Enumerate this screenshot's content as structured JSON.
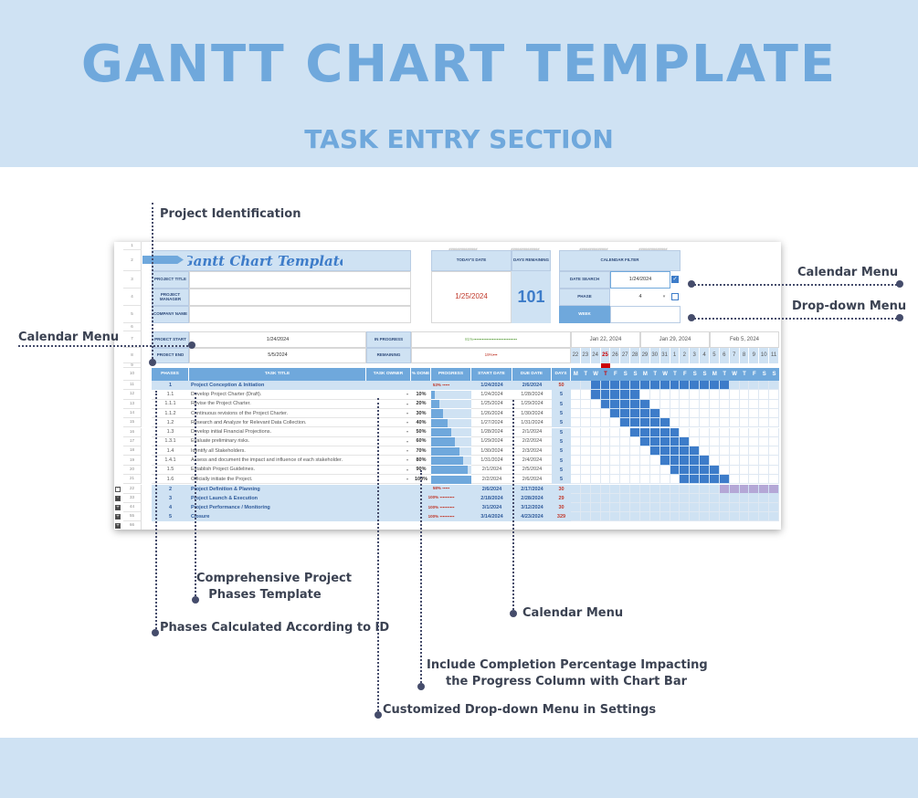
{
  "banner": {
    "title": "GANTT CHART TEMPLATE",
    "subtitle": "TASK ENTRY SECTION"
  },
  "annotations": {
    "project_identification": "Project Identification",
    "calendar_menu_left": "Calendar Menu",
    "calendar_menu_right": "Calendar Menu",
    "dropdown_menu": "Drop-down Menu",
    "phases_template_1": "Comprehensive Project",
    "phases_template_2": "Phases Template",
    "phases_calculated": "Phases Calculated According to ID",
    "calendar_menu_bottom": "Calendar Menu",
    "completion_1": "Include Completion Percentage Impacting",
    "completion_2": "the Progress Column with Chart Bar",
    "custom_dropdown": "Customized Drop-down Menu in Settings"
  },
  "sheet": {
    "row_numbers": [
      "1",
      "2",
      "3",
      "4",
      "5",
      "6",
      "7",
      "8",
      "9",
      "10",
      "11",
      "12",
      "13",
      "14",
      "15",
      "16",
      "17",
      "18",
      "19",
      "20",
      "21",
      "22",
      "33",
      "44",
      "55",
      "66"
    ],
    "template_title": "Gantt Chart Template",
    "project_title_label": "PROJECT TITLE",
    "project_manager_label": "PROJECT MANAGER",
    "company_name_label": "COMPANY NAME",
    "hashes": "##############",
    "todays_date_label": "TODAY'S DATE",
    "days_remaining_label": "DAYS REMAINING",
    "todays_date": "1/25/2024",
    "days_remaining": "101",
    "calendar_filter_label": "CALENDAR FILTER",
    "date_search_label": "DATE SEARCH",
    "date_search_value": "1/24/2024",
    "phase_label": "PHASE",
    "phase_value": "4",
    "week_label": "WEEK",
    "project_start_label": "PROECT START",
    "project_start": "1/24/2024",
    "project_end_label": "PROECT END",
    "project_end": "5/5/2024",
    "in_progress_label": "IN PROGRESS",
    "remaining_label": "REMAINING",
    "in_progress_bar": "81%▪▪▪▪▪▪▪▪▪▪▪▪▪▪▪▪▪▪▪▪▪▪▪▪▪▪▪▪▪▪",
    "remaining_bar": "19%▪▪▪",
    "week_headers": [
      "Jan 22, 2024",
      "Jan 29, 2024",
      "Feb 5, 2024"
    ],
    "day_numbers": [
      "22",
      "23",
      "24",
      "25",
      "26",
      "27",
      "28",
      "29",
      "30",
      "31",
      "1",
      "2",
      "3",
      "4",
      "5",
      "6",
      "7",
      "8",
      "9",
      "10",
      "11"
    ],
    "weekdays": [
      "M",
      "T",
      "W",
      "T",
      "F",
      "S",
      "S",
      "M",
      "T",
      "W",
      "T",
      "F",
      "S",
      "S",
      "M",
      "T",
      "W",
      "T",
      "F",
      "S",
      "S"
    ],
    "today_index": 3,
    "columns": {
      "phases": "PHASES",
      "task_title": "TASK TITLE",
      "task_owner": "TASK OWNER",
      "done": "% DONE",
      "progress": "PROGRESS",
      "start": "START DATE",
      "due": "DUE DATE",
      "days": "DAYS"
    },
    "phase1": {
      "id": "1",
      "title": "Project Conception & Initiation",
      "progress": "53% ▪▪▪▪▪",
      "start": "1/24/2024",
      "due": "2/6/2024",
      "days": "50",
      "gantt_start": 2,
      "gantt_end": 15
    },
    "tasks": [
      {
        "id": "1.1",
        "title": "Develop Project Charter (Draft).",
        "done": "10%",
        "pct": 10,
        "start": "1/24/2024",
        "due": "1/28/2024",
        "days": "5",
        "gantt_start": 2,
        "gantt_end": 6
      },
      {
        "id": "1.1.1",
        "title": "Revise the Project Charter.",
        "done": "20%",
        "pct": 20,
        "start": "1/25/2024",
        "due": "1/29/2024",
        "days": "5",
        "gantt_start": 3,
        "gantt_end": 7
      },
      {
        "id": "1.1.2",
        "title": "Continuous revisions of the Project Charter.",
        "done": "30%",
        "pct": 30,
        "start": "1/26/2024",
        "due": "1/30/2024",
        "days": "5",
        "gantt_start": 4,
        "gantt_end": 8
      },
      {
        "id": "1.2",
        "title": "Research and Analyze for Relevant Data Collection.",
        "done": "40%",
        "pct": 40,
        "start": "1/27/2024",
        "due": "1/31/2024",
        "days": "5",
        "gantt_start": 5,
        "gantt_end": 9
      },
      {
        "id": "1.3",
        "title": "Develop initial Financial Projections.",
        "done": "50%",
        "pct": 50,
        "start": "1/28/2024",
        "due": "2/1/2024",
        "days": "5",
        "gantt_start": 6,
        "gantt_end": 10
      },
      {
        "id": "1.3.1",
        "title": "Evaluate preliminary risks.",
        "done": "60%",
        "pct": 60,
        "start": "1/29/2024",
        "due": "2/2/2024",
        "days": "5",
        "gantt_start": 7,
        "gantt_end": 11
      },
      {
        "id": "1.4",
        "title": "Identify all Stakeholders.",
        "done": "70%",
        "pct": 70,
        "start": "1/30/2024",
        "due": "2/3/2024",
        "days": "5",
        "gantt_start": 8,
        "gantt_end": 12
      },
      {
        "id": "1.4.1",
        "title": "Assess and document the impact and influence of each stakeholder.",
        "done": "80%",
        "pct": 80,
        "start": "1/31/2024",
        "due": "2/4/2024",
        "days": "5",
        "gantt_start": 9,
        "gantt_end": 13
      },
      {
        "id": "1.5",
        "title": "Establish Project Guidelines.",
        "done": "90%",
        "pct": 90,
        "start": "2/1/2024",
        "due": "2/5/2024",
        "days": "5",
        "gantt_start": 10,
        "gantt_end": 14
      },
      {
        "id": "1.6",
        "title": "Officially initiate the Project.",
        "done": "100%",
        "pct": 100,
        "start": "2/2/2024",
        "due": "2/6/2024",
        "days": "5",
        "gantt_start": 11,
        "gantt_end": 15
      }
    ],
    "phases": [
      {
        "id": "2",
        "title": "Project Definition & Planning",
        "progress": "58% ▪▪▪▪▪",
        "start": "2/6/2024",
        "due": "2/17/2024",
        "days": "30",
        "gantt_start": 15,
        "gantt_end": 20
      },
      {
        "id": "3",
        "title": "Project Launch & Execution",
        "progress": "100% ▪▪▪▪▪▪▪▪▪▪",
        "start": "2/18/2024",
        "due": "2/28/2024",
        "days": "29"
      },
      {
        "id": "4",
        "title": "Project Performance / Monitoring",
        "progress": "100% ▪▪▪▪▪▪▪▪▪▪",
        "start": "3/1/2024",
        "due": "3/12/2024",
        "days": "30"
      },
      {
        "id": "5",
        "title": "Closure",
        "progress": "100% ▪▪▪▪▪▪▪▪▪▪",
        "start": "3/14/2024",
        "due": "4/23/2024",
        "days": "329"
      }
    ]
  },
  "colors": {
    "header": "#6fa8dc",
    "light": "#cfe2f3",
    "bar": "#3d7cc9",
    "phase2": "#b4a7d6",
    "today": "#cc0000"
  }
}
